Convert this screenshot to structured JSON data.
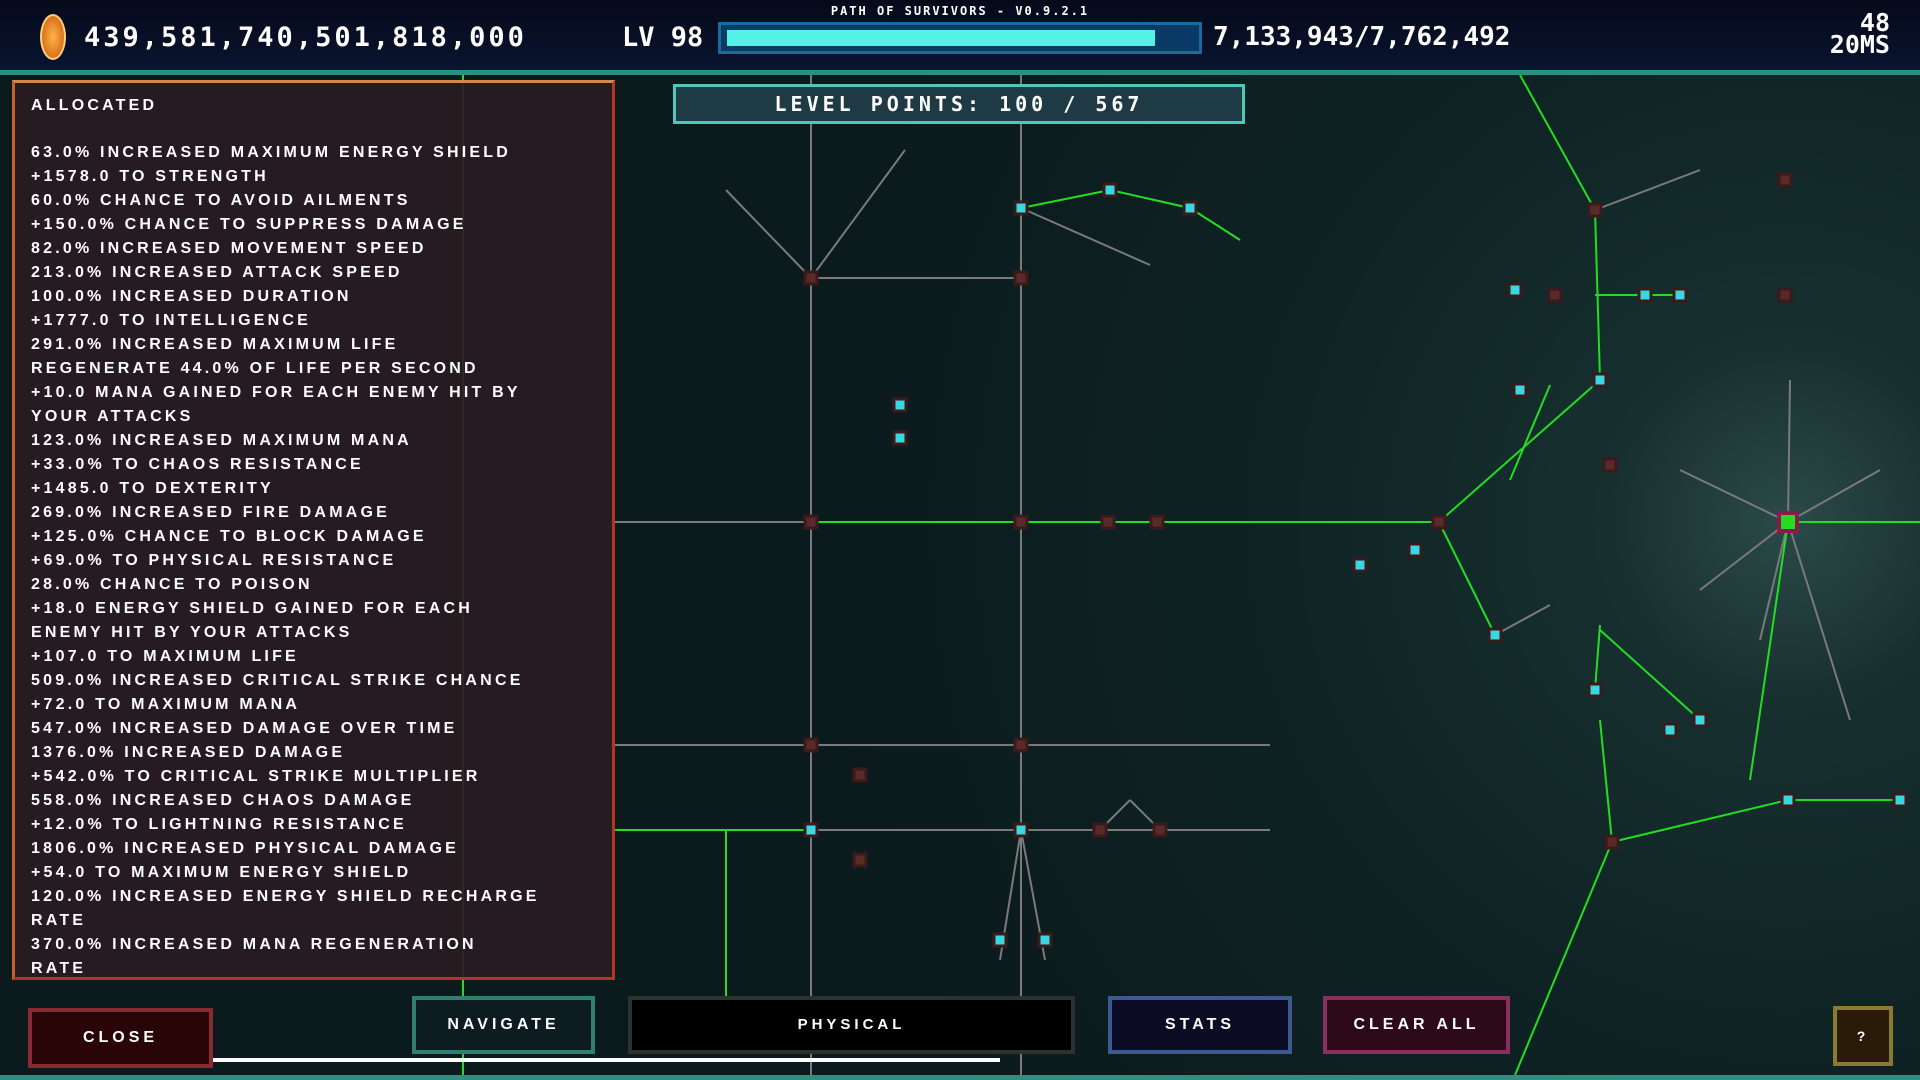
{
  "header": {
    "title": "PATH OF SURVIVORS - V0.9.2.1",
    "currency": "439,581,740,501,818,000",
    "currency_icon": "gold-coin-icon",
    "level": "LV 98",
    "xp": "7,133,943/7,762,492",
    "xp_fraction": 0.919,
    "fps": "48",
    "frame_time": "20MS"
  },
  "level_points": "LEVEL POINTS: 100 / 567",
  "panel": {
    "title": "ALLOCATED",
    "stats": [
      "63.0% INCREASED MAXIMUM ENERGY SHIELD",
      "+1578.0 TO STRENGTH",
      "60.0% CHANCE TO AVOID AILMENTS",
      "+150.0% CHANCE TO SUPPRESS DAMAGE",
      "82.0% INCREASED MOVEMENT SPEED",
      "213.0% INCREASED ATTACK SPEED",
      "100.0% INCREASED DURATION",
      "+1777.0 TO INTELLIGENCE",
      "291.0% INCREASED MAXIMUM LIFE",
      "REGENERATE 44.0% OF LIFE PER SECOND",
      "+10.0 MANA GAINED FOR EACH ENEMY HIT BY",
      "YOUR ATTACKS",
      "123.0% INCREASED MAXIMUM MANA",
      "+33.0% TO CHAOS RESISTANCE",
      "+1485.0 TO DEXTERITY",
      "269.0% INCREASED FIRE DAMAGE",
      "+125.0% CHANCE TO BLOCK DAMAGE",
      "+69.0% TO PHYSICAL RESISTANCE",
      "28.0% CHANCE TO POISON",
      "+18.0 ENERGY SHIELD GAINED FOR EACH",
      "ENEMY HIT BY YOUR ATTACKS",
      "+107.0 TO MAXIMUM LIFE",
      "509.0% INCREASED CRITICAL STRIKE CHANCE",
      "+72.0 TO MAXIMUM MANA",
      "547.0% INCREASED DAMAGE OVER TIME",
      "1376.0% INCREASED DAMAGE",
      "+542.0% TO CRITICAL STRIKE MULTIPLIER",
      "558.0% INCREASED CHAOS DAMAGE",
      "+12.0% TO LIGHTNING RESISTANCE",
      "1806.0% INCREASED PHYSICAL DAMAGE",
      "+54.0 TO MAXIMUM ENERGY SHIELD",
      "120.0% INCREASED ENERGY SHIELD RECHARGE",
      "RATE",
      "370.0% INCREASED MANA REGENERATION",
      "RATE"
    ]
  },
  "buttons": {
    "close": "CLOSE",
    "navigate": "NAVIGATE",
    "physical": "PHYSICAL",
    "stats": "STATS",
    "clear_all": "CLEAR ALL",
    "help": "?"
  },
  "colors": {
    "allocated_link": "#22dd22",
    "unallocated_link": "#7a7a7a",
    "allocated_node": "#38d8e0",
    "node": "#5a2a2a"
  }
}
